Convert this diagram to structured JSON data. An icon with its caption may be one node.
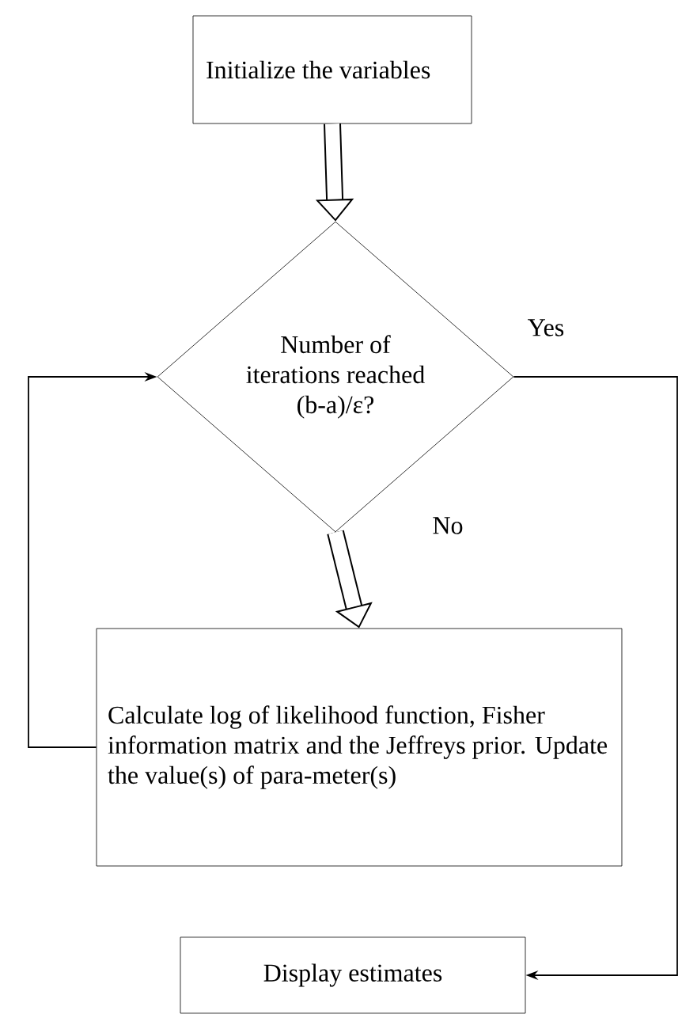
{
  "diagram": {
    "nodes": [
      {
        "text": [
          "Initialize the variables"
        ]
      },
      {
        "text": [
          "Number of iterations reached (b-a)/ε?"
        ]
      },
      {
        "text": [
          "Calculate log of likelihood function, Fisher information matrix and the Jeffreys prior. Update the value(s) of para-meter(s)"
        ]
      },
      {
        "text": [
          "Display estimates"
        ]
      }
    ],
    "edges": [
      {
        "from": 0,
        "to": 1,
        "arrow": "to",
        "style": "thick"
      },
      {
        "from": 1,
        "to": 2,
        "arrow": "to",
        "style": "thick",
        "label": "No"
      },
      {
        "from": 1,
        "to": 3,
        "arrow": "to",
        "label": "Yes"
      },
      {
        "from": 2,
        "to": 1,
        "arrow": "to"
      }
    ]
  }
}
